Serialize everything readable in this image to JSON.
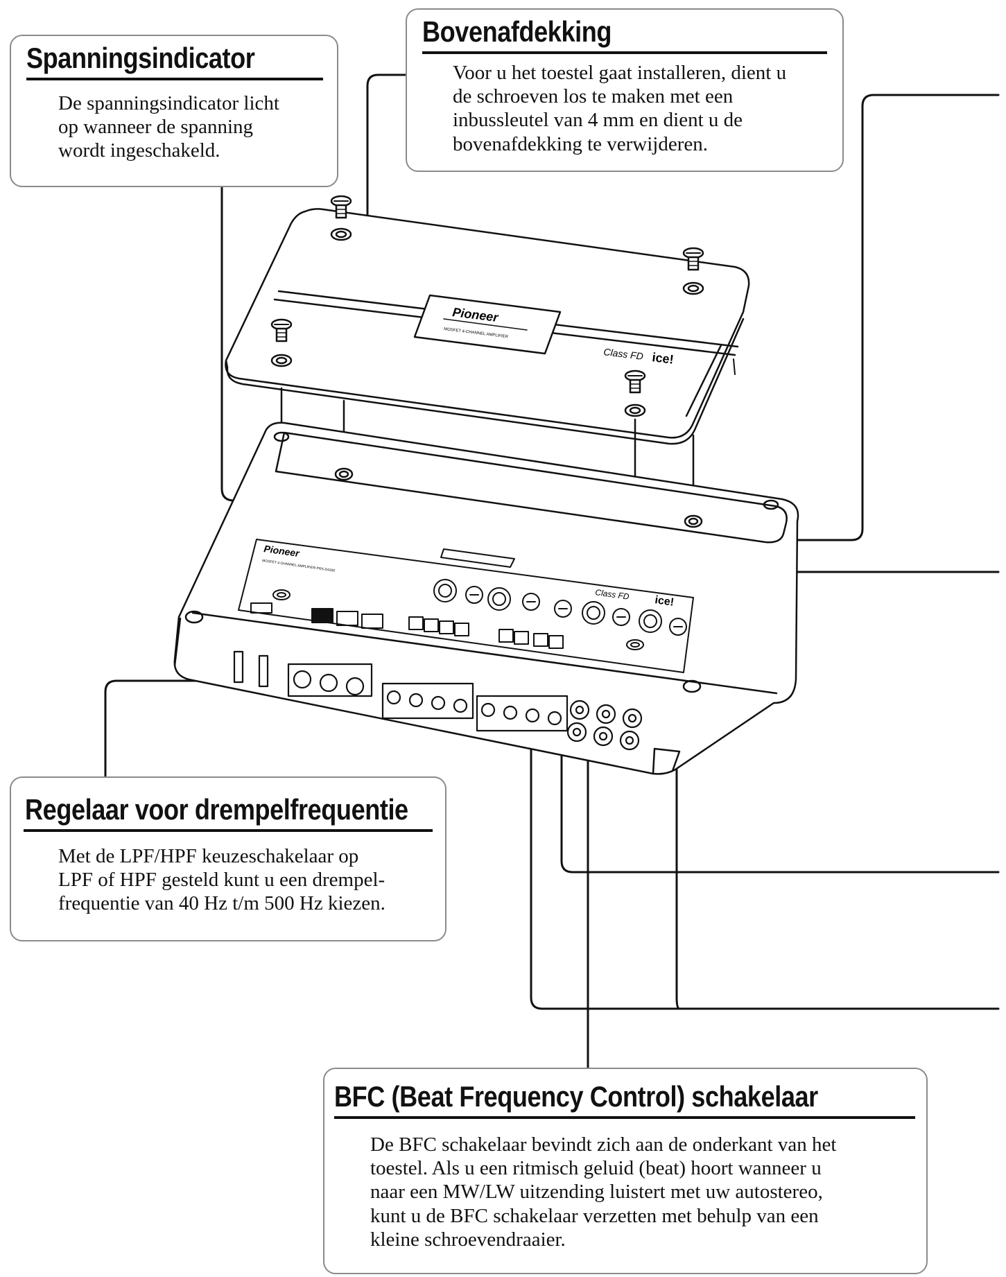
{
  "callouts": {
    "power_indicator": {
      "title": "Spanningsindicator",
      "lines": [
        "De spanningsindicator licht",
        "op wanneer de spanning",
        "wordt ingeschakeld."
      ]
    },
    "top_cover": {
      "title": "Bovenafdekking",
      "lines": [
        "Voor u het toestel gaat installeren, dient u",
        "de schroeven los te maken met een",
        "inbussleutel van 4 mm en dient u de",
        "bovenafdekking te verwijderen."
      ]
    },
    "cutoff_frequency": {
      "title": "Regelaar voor drempelfrequentie",
      "lines": [
        "Met de LPF/HPF keuzeschakelaar op",
        "LPF of HPF gesteld kunt u een drempel-",
        "frequentie van 40 Hz t/m 500 Hz kiezen."
      ]
    },
    "bfc_switch": {
      "title": "BFC (Beat Frequency Control) schakelaar",
      "lines": [
        "De BFC schakelaar bevindt zich aan de onderkant van het",
        "toestel. Als u een ritmisch geluid (beat) hoort wanneer u",
        "naar een MW/LW uitzending luistert met uw autostereo,",
        "kunt u de BFC schakelaar verzetten met behulp van een",
        "kleine schroevendraaier."
      ]
    }
  },
  "device": {
    "brand": "Pioneer",
    "cover_model": "MOSFET 4-CHANNEL AMPLIFIER",
    "panel_model": "MOSFET 4-CHANNEL AMPLIFIER   PRS-D4200",
    "class_mark": "Class FD",
    "ice_mark": "ice!"
  },
  "colors": {
    "outline": "#111111",
    "callout_border": "#8a8a8a",
    "background": "#ffffff"
  }
}
